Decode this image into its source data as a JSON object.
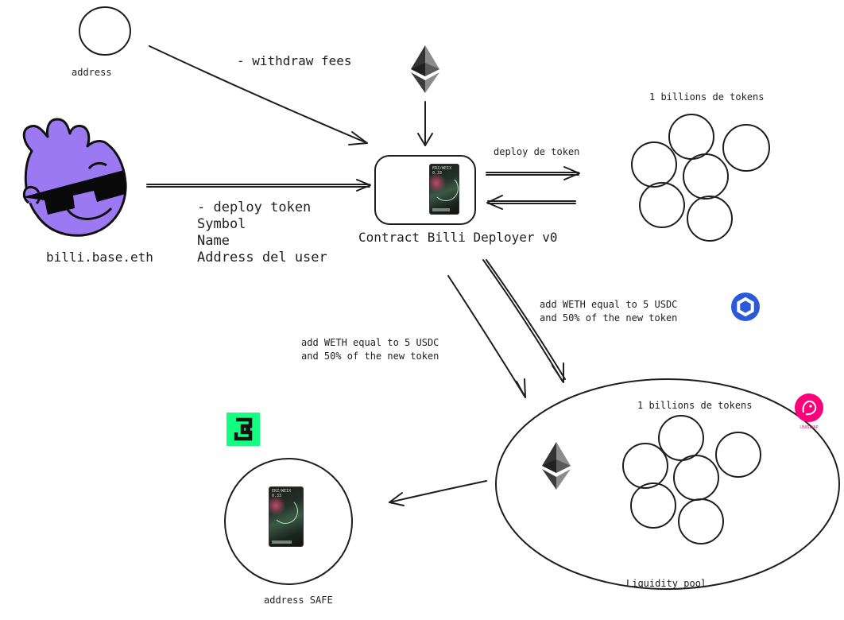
{
  "labels": {
    "address": "address",
    "withdraw_fees": "- withdraw fees",
    "tokens_top": "1 billions de tokens",
    "deploy_de_token": "deploy de token",
    "billi_base": "billi.base.eth",
    "deploy_params": [
      "- deploy token",
      "Symbol",
      "Name",
      "Address del user"
    ],
    "contract": "Contract Billi Deployer v0",
    "weth_right": [
      "add WETH equal to 5 USDC",
      "and 50% of the new token"
    ],
    "weth_left": [
      "add WETH equal to 5 USDC",
      "and 50% of the new token"
    ],
    "tokens_pool": "1 billions de tokens",
    "liquidity_pool": "Liquidity pool",
    "address_safe": "address SAFE",
    "uniswap_caption": "UNISWAP"
  },
  "card": {
    "line1": "ERZ/WEIX",
    "line2": "0.33"
  },
  "icons": [
    "ethereum-icon",
    "billi-mascot-icon",
    "chainlink-icon",
    "uniswap-icon",
    "safe-icon",
    "token-card-icon"
  ],
  "colors": {
    "stroke": "#1e1e1e",
    "mascot_purple": "#9b79f2",
    "chainlink_blue": "#2a5ada",
    "uniswap_pink": "#ff007a",
    "safe_green": "#12ff80"
  }
}
